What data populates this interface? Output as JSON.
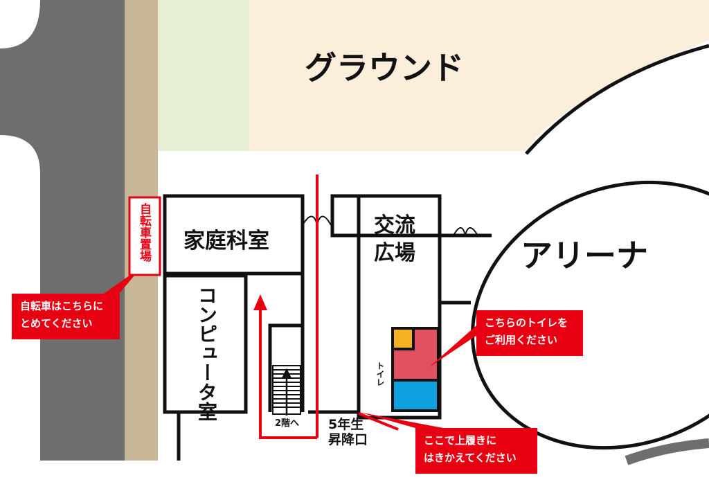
{
  "map": {
    "colors": {
      "road": "#6e6e6e",
      "sidewalk": "#c8b897",
      "ground": "#fbeedb",
      "lawn": "#e6efd4",
      "accent_red": "#e60012",
      "toilet_orange": "#f5b121",
      "toilet_pink": "#e05060",
      "toilet_blue": "#0fa0e0",
      "wall": "#111111"
    },
    "areas": {
      "ground": "グラウンド",
      "arena": "アリーナ",
      "home_ec_room": "家庭科室",
      "computer_room": "コンピュータ室",
      "exchange_plaza": "交流広場",
      "toilet": "トイレ",
      "bicycle_parking": "自転車置場",
      "stairs_label": "2階へ",
      "entrance": "5年生昇降口"
    },
    "callouts": {
      "bicycle": [
        "自転車はこちらに",
        "とめてください"
      ],
      "toilet": [
        "こちらのトイレを",
        "ご利用ください"
      ],
      "shoes": [
        "ここで上履きに",
        "はきかえてください"
      ]
    }
  }
}
